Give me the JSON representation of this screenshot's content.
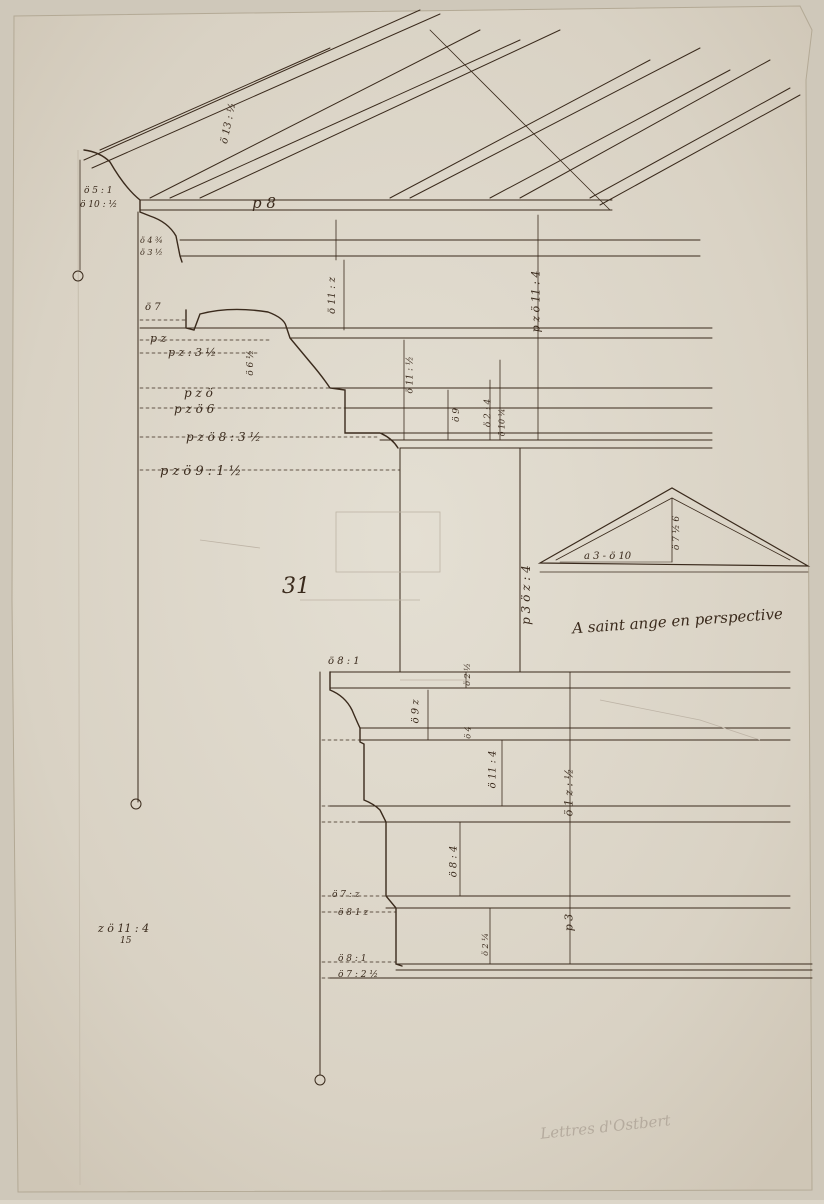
{
  "drawing": {
    "sheet_number": "31",
    "inscription": "A saint ange en perspective",
    "faint_signature": "Lettres d'Ostbert",
    "margin_note_line1": "z ö 11 : 4",
    "margin_note_line2": "15",
    "upper_cornice_labels": [
      "ö 13 : ½",
      "p 8",
      "ö 5 : 1",
      "ö 10 : ½",
      "ö 4 ¾",
      "ö 3 ½",
      "ö 7",
      "p z",
      "p z : 3 ½",
      "ö 11 : z",
      "p z ö 11 : 4",
      "p z ö",
      "p z ö 6",
      "p z ö 8 : 3 ½",
      "p z ö 9 : 1 ½",
      "ö 11 : ½",
      "ö 9",
      "ö 2 : 4",
      "ö 10 ¼",
      "ö 6 ½"
    ],
    "lower_cornice_labels": [
      "ö 8 : 1",
      "ö 2 ½",
      "ö 9 z",
      "ö 4",
      "ö 11 : 4",
      "ö 1 z : ½",
      "ö 8 : 4",
      "ö 7 : z",
      "ö 8 1 z",
      "ö 8 : 1",
      "ö 7 : 2 ½",
      "ö 2 ¼",
      "p 3",
      "p 3 ö z : 4"
    ],
    "pediment_labels": [
      "a 3 - ö 10",
      "ö 7 ½ 6"
    ],
    "colors": {
      "paper": "#dcd6c9",
      "ink": "#3a2a1c",
      "faint_pencil": "#b5ab9e"
    }
  }
}
